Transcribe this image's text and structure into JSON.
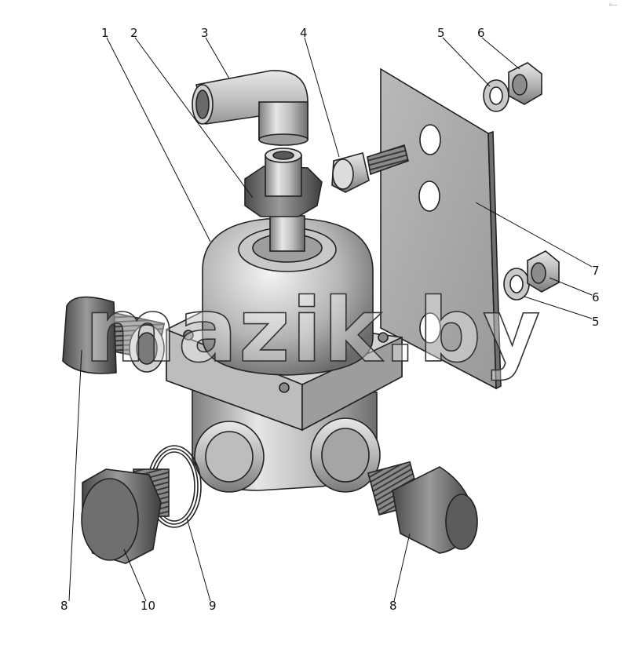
{
  "watermark": "mazik.by",
  "corner_mark": "ᵍ---",
  "callouts": [
    {
      "id": "c1",
      "label": "1"
    },
    {
      "id": "c2",
      "label": "2"
    },
    {
      "id": "c3",
      "label": "3"
    },
    {
      "id": "c4",
      "label": "4"
    },
    {
      "id": "c5a",
      "label": "5"
    },
    {
      "id": "c6a",
      "label": "6"
    },
    {
      "id": "c7",
      "label": "7"
    },
    {
      "id": "c6b",
      "label": "6"
    },
    {
      "id": "c5b",
      "label": "5"
    },
    {
      "id": "c8a",
      "label": "8"
    },
    {
      "id": "c10",
      "label": "10"
    },
    {
      "id": "c9",
      "label": "9"
    },
    {
      "id": "c8b",
      "label": "8"
    }
  ]
}
